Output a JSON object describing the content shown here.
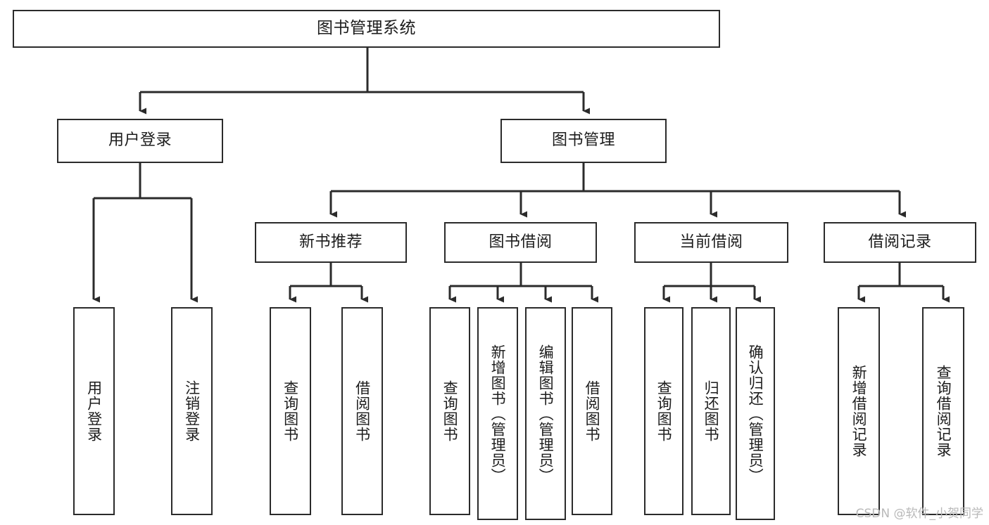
{
  "diagram": {
    "title": "图书管理系统",
    "type": "tree-hierarchy-diagram",
    "watermark": "CSDN @软件_小贺同学",
    "colors": {
      "box_border": "#2b2b2b",
      "box_fill": "#ffffff",
      "edge": "#2b2b2b",
      "text": "#1c1c1c",
      "watermark": "#b9b9b9",
      "background": "#ffffff"
    },
    "root": {
      "label": "图书管理系统"
    },
    "level2": [
      {
        "label": "用户登录"
      },
      {
        "label": "图书管理"
      }
    ],
    "level3": [
      {
        "label": "新书推荐"
      },
      {
        "label": "图书借阅"
      },
      {
        "label": "当前借阅"
      },
      {
        "label": "借阅记录"
      }
    ],
    "leaves": {
      "user_login": [
        {
          "label": "用户登录"
        },
        {
          "label": "注销登录"
        }
      ],
      "new_book_recommend": [
        {
          "label": "查询图书"
        },
        {
          "label": "借阅图书"
        }
      ],
      "book_borrow": [
        {
          "label": "查询图书"
        },
        {
          "label": "新增图书（管理员）"
        },
        {
          "label": "编辑图书（管理员）"
        },
        {
          "label": "借阅图书"
        }
      ],
      "current_borrow": [
        {
          "label": "查询图书"
        },
        {
          "label": "归还图书"
        },
        {
          "label": "确认归还（管理员）"
        }
      ],
      "borrow_record": [
        {
          "label": "新增借阅记录"
        },
        {
          "label": "查询借阅记录"
        }
      ]
    }
  }
}
